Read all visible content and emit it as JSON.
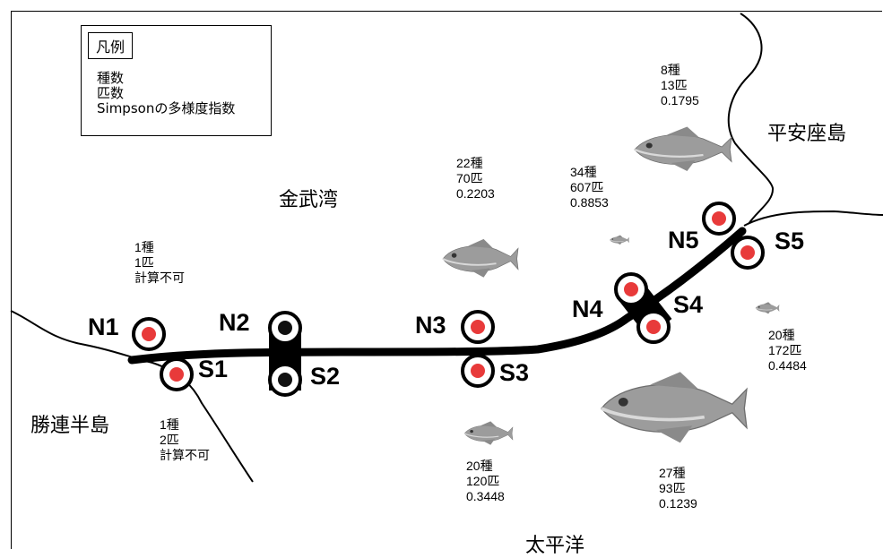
{
  "legend": {
    "title": "凡例",
    "lines": [
      "種数",
      "匹数",
      "Simpsonの多様度指数"
    ]
  },
  "places": {
    "kin_bay": "金武湾",
    "heianza": "平安座島",
    "katsuren": "勝連半島",
    "pacific": "太平洋"
  },
  "stations": [
    {
      "id": "N1",
      "label": "N1",
      "color": "#e83a3a"
    },
    {
      "id": "S1",
      "label": "S1",
      "color": "#e83a3a"
    },
    {
      "id": "N2",
      "label": "N2",
      "color": "#111111"
    },
    {
      "id": "S2",
      "label": "S2",
      "color": "#111111"
    },
    {
      "id": "N3",
      "label": "N3",
      "color": "#e83a3a"
    },
    {
      "id": "S3",
      "label": "S3",
      "color": "#e83a3a"
    },
    {
      "id": "N4",
      "label": "N4",
      "color": "#e83a3a"
    },
    {
      "id": "S4",
      "label": "S4",
      "color": "#e83a3a"
    },
    {
      "id": "N5",
      "label": "N5",
      "color": "#e83a3a"
    },
    {
      "id": "S5",
      "label": "S5",
      "color": "#e83a3a"
    }
  ],
  "stats": {
    "n1": {
      "species": "1種",
      "count": "1匹",
      "index": "計算不可"
    },
    "s1": {
      "species": "1種",
      "count": "2匹",
      "index": "計算不可"
    },
    "n3": {
      "species": "22種",
      "count": "70匹",
      "index": "0.2203"
    },
    "s3": {
      "species": "20種",
      "count": "120匹",
      "index": "0.3448"
    },
    "n4": {
      "species": "34種",
      "count": "607匹",
      "index": "0.8853"
    },
    "s4": {
      "species": "27種",
      "count": "93匹",
      "index": "0.1239"
    },
    "n5": {
      "species": "8種",
      "count": "13匹",
      "index": "0.1795"
    },
    "s5": {
      "species": "20種",
      "count": "172匹",
      "index": "0.4484"
    }
  }
}
